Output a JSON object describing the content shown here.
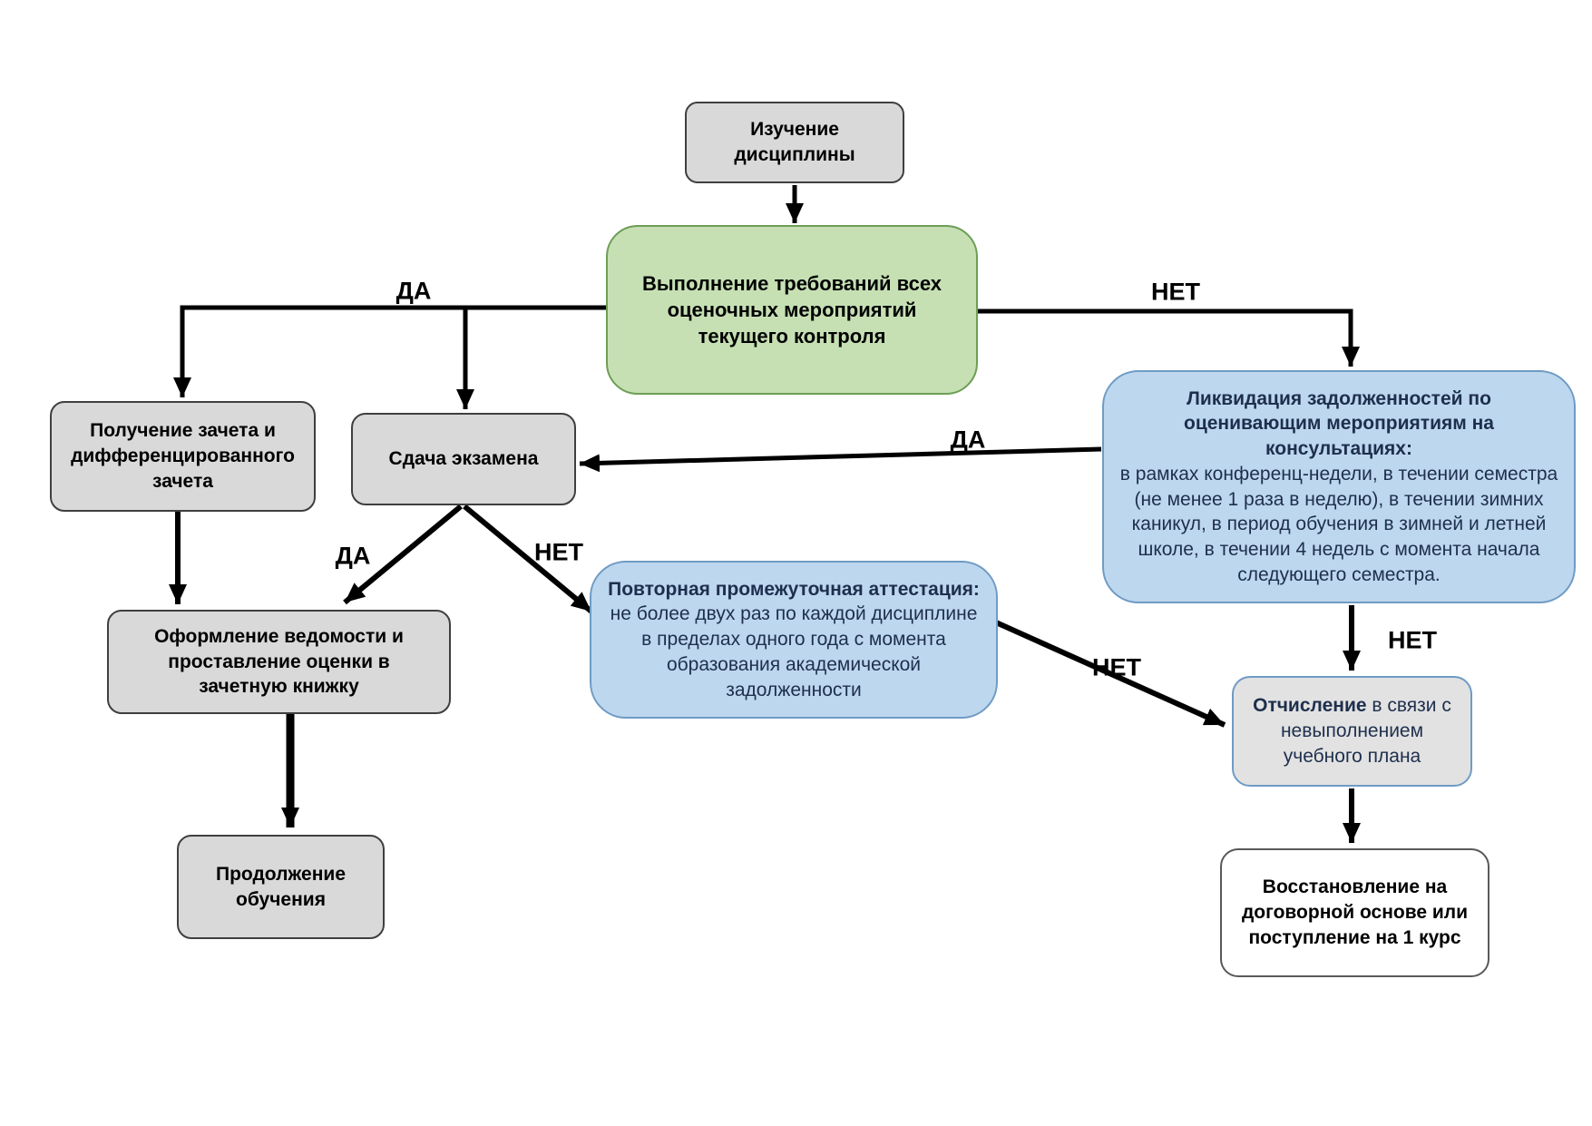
{
  "labels": {
    "yes": "ДА",
    "no": "НЕТ"
  },
  "nodes": {
    "study": "Изучение дисциплины",
    "fulfillment": "Выполнение требований всех оценочных мероприятий текущего контроля",
    "credit": "Получение зачета и дифференцированного зачета",
    "exam": "Сдача экзамена",
    "liquidation_title": "Ликвидация задолженностей по оценивающим мероприятиям на консультациях:",
    "liquidation_body": "в рамках конференц-недели, в течении семестра (не менее 1 раза в неделю), в течении зимних каникул, в период обучения в зимней и летней школе, в течении 4 недель с момента начала следующего семестра.",
    "record": "Оформление ведомости и проставление оценки в зачетную книжку",
    "continue": "Продолжение обучения",
    "reattestation_title": "Повторная промежуточная аттестация:",
    "reattestation_body": "не более двух раз по каждой дисциплине в пределах одного года с момента образования академической задолженности",
    "expulsion_title": "Отчисление",
    "expulsion_body": " в связи с невыполнением учебного плана",
    "restoration": "Восстановление на договорной основе или поступление на 1 курс"
  },
  "colors": {
    "green_fill": "#c6e0b4",
    "green_border": "#6d9e56",
    "blue_fill": "#bdd7ee",
    "blue_border": "#6f9bc4",
    "gray_fill": "#d9d9d9",
    "gray_border": "#3f3f3f",
    "expulsion_fill": "#e2e2e2",
    "white_fill": "#ffffff",
    "white_border": "#595959",
    "arrow": "#000000"
  }
}
